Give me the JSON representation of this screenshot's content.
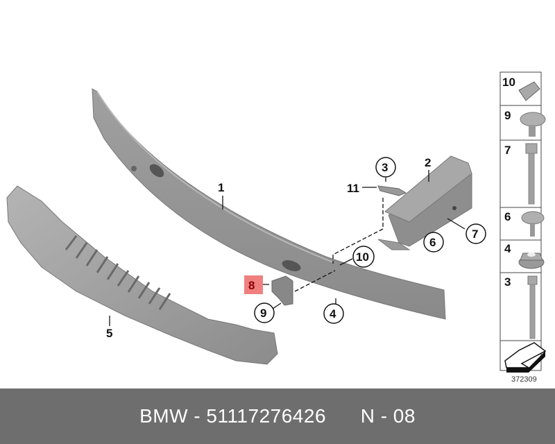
{
  "callouts": {
    "c1": "1",
    "c2": "2",
    "c3": "3",
    "c4": "4",
    "c5": "5",
    "c6": "6",
    "c7": "7",
    "c8": "8",
    "c9": "9",
    "c10": "10",
    "c11": "11"
  },
  "highlight_color": "#f08080",
  "side_panel": {
    "items": [
      {
        "number": "10",
        "icon": "clip-nut-icon"
      },
      {
        "number": "9",
        "icon": "torx-screw-icon"
      },
      {
        "number": "7",
        "icon": "hex-bolt-icon"
      },
      {
        "number": "6",
        "icon": "torx-screw-icon"
      },
      {
        "number": "4",
        "icon": "flange-nut-icon"
      },
      {
        "number": "3",
        "icon": "hex-bolt-icon"
      }
    ],
    "direction_icon": "front-direction-arrow-icon"
  },
  "diagram_code": "372309",
  "footer": {
    "brand": "BMW",
    "part_number": "51117276426",
    "page_ref": "N - 08",
    "text": "BMW - 51117276426      N - 08"
  }
}
